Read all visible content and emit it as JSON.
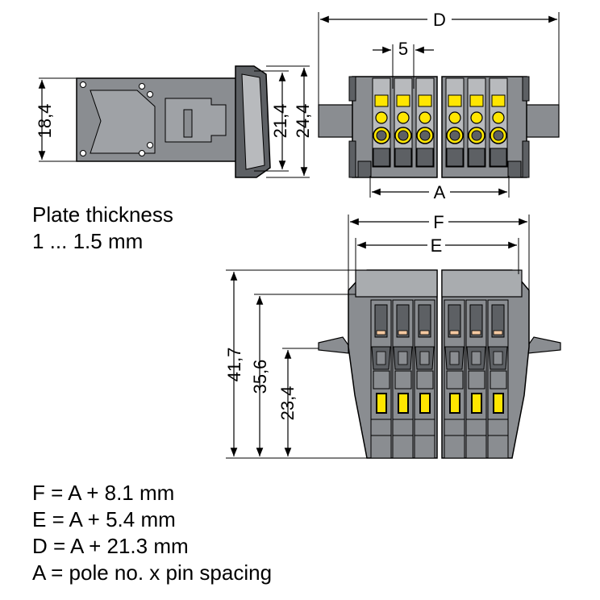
{
  "dimensions": {
    "d": "D",
    "pitch": "5",
    "a": "A",
    "f": "F",
    "e": "E",
    "h_18_4": "18,4",
    "h_21_4": "21,4",
    "h_24_4": "24,4",
    "h_41_7": "41,7",
    "h_35_6": "35,6",
    "h_23_4": "23,4"
  },
  "notes": {
    "plate_line1": "Plate thickness",
    "plate_line2": "1 ... 1.5 mm"
  },
  "formulas": [
    "F = A + 8.1 mm",
    "E = A + 5.4 mm",
    "D = A + 21.3 mm",
    "A = pole no. x pin spacing"
  ],
  "colors": {
    "body_gray": "#8a8d91",
    "dark_gray": "#5d6064",
    "light_gray": "#b8babd",
    "contact_yellow": "#ffe600",
    "outline": "#000000"
  }
}
